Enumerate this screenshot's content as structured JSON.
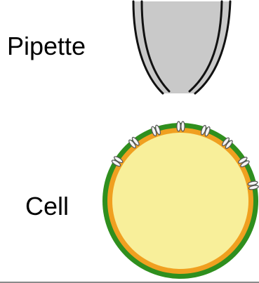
{
  "labels": {
    "pipette": "Pipette",
    "cell": "Cell"
  },
  "colors": {
    "pipette_fill": "#c9c9c9",
    "pipette_stroke": "#111111",
    "cell_outer": "#2f8f1e",
    "cell_membrane": "#f0a020",
    "cell_cytoplasm": "#f8ef9a",
    "channel_fill": "#f4f4f4",
    "channel_stroke": "#555555"
  },
  "cell": {
    "channel_count": 8
  }
}
